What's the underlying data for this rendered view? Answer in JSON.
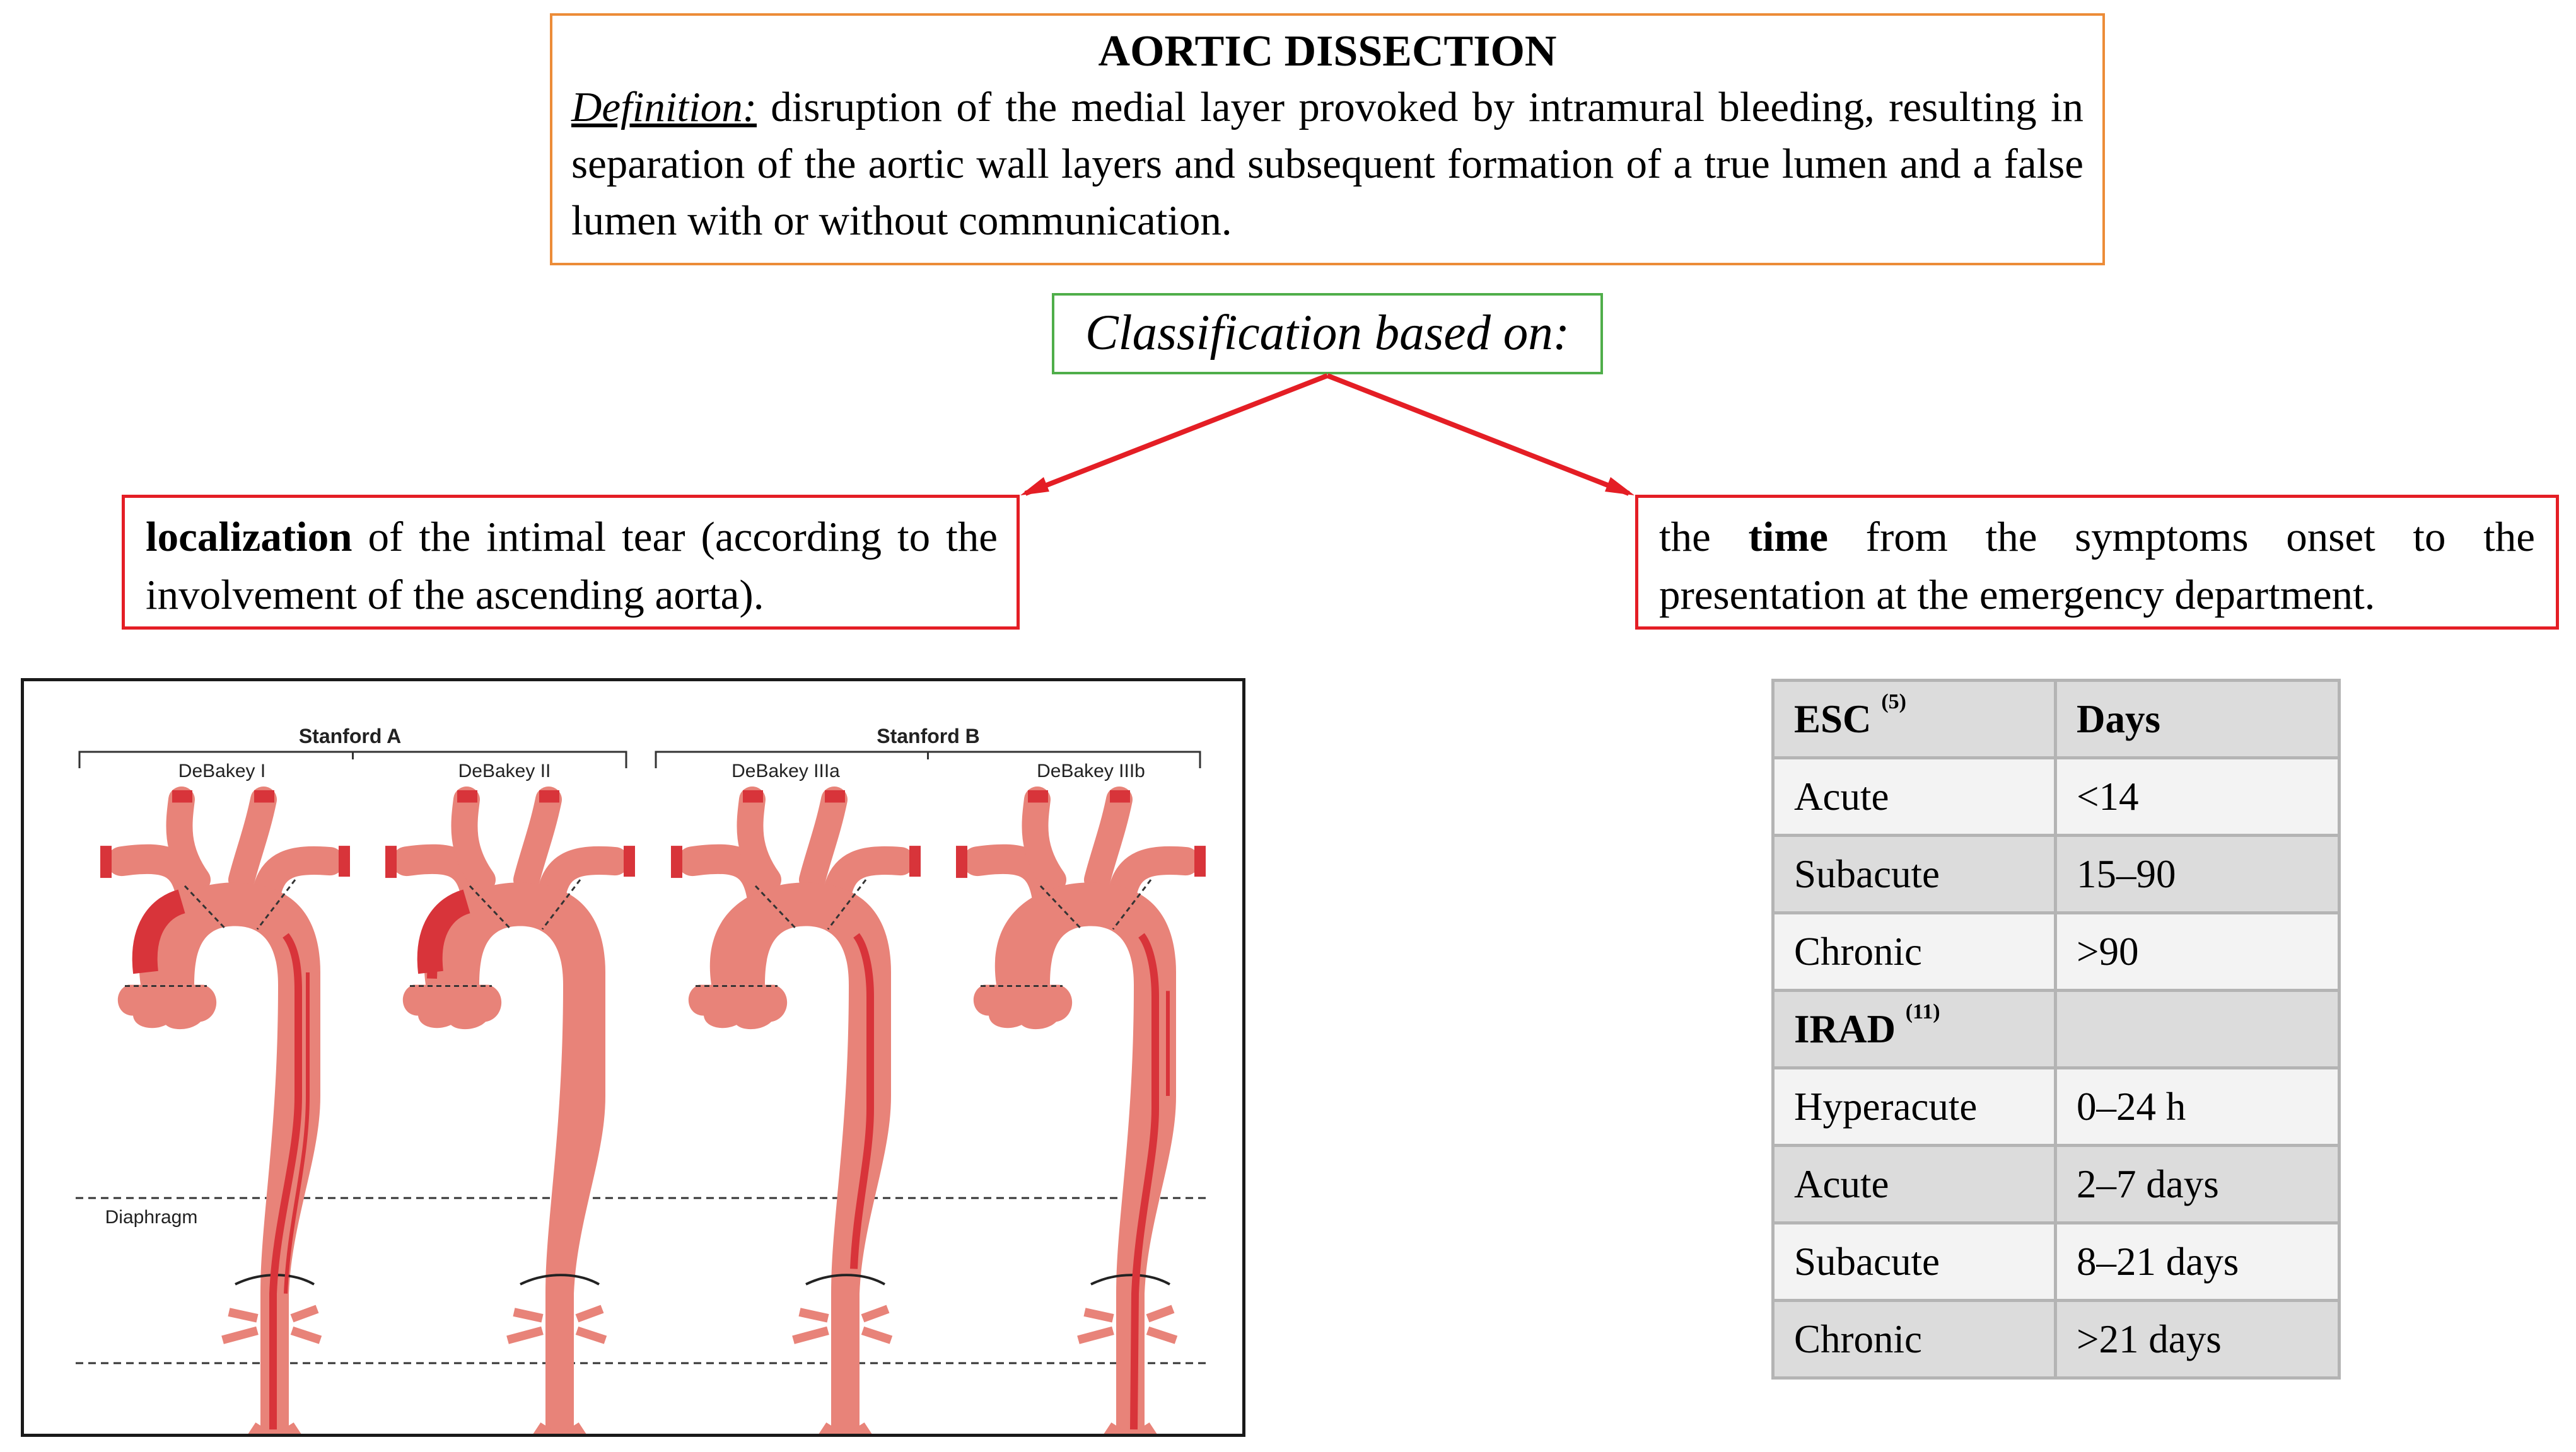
{
  "definition": {
    "title": "AORTIC DISSECTION",
    "label": "Definition:",
    "text": " disruption of the medial layer provoked by intramural bleeding, resulting in separation of the aortic wall layers and subsequent formation of a true lumen and a false lumen  with or without communication."
  },
  "classification": {
    "label": "Classification based on:"
  },
  "localization": {
    "bold": "localization",
    "text": " of the intimal tear (according to the involvement of the ascending aorta)."
  },
  "time": {
    "prefix": "the ",
    "bold": "time",
    "text": " from the symptoms onset to the presentation at the emergency department."
  },
  "diagram": {
    "stanford_a": "Stanford A",
    "stanford_b": "Stanford B",
    "debakey": [
      "DeBakey I",
      "DeBakey II",
      "DeBakey IIIa",
      "DeBakey IIIb"
    ],
    "diaphragm": "Diaphragm",
    "colors": {
      "aorta": "#e88379",
      "dark": "#d8343a",
      "line": "#333333"
    }
  },
  "table": {
    "header": {
      "left": "ESC",
      "left_ref": "(5)",
      "right": "Days"
    },
    "esc_rows": [
      {
        "phase": "Acute",
        "days": "<14"
      },
      {
        "phase": "Subacute",
        "days": "15–90"
      },
      {
        "phase": "Chronic",
        "days": ">90"
      }
    ],
    "irad": {
      "label": "IRAD",
      "ref": "(11)"
    },
    "irad_rows": [
      {
        "phase": "Hyperacute",
        "days": "0–24 h"
      },
      {
        "phase": "Acute",
        "days": "2–7 days"
      },
      {
        "phase": "Subacute",
        "days": "8–21 days"
      },
      {
        "phase": "Chronic",
        "days": ">21 days"
      }
    ]
  }
}
